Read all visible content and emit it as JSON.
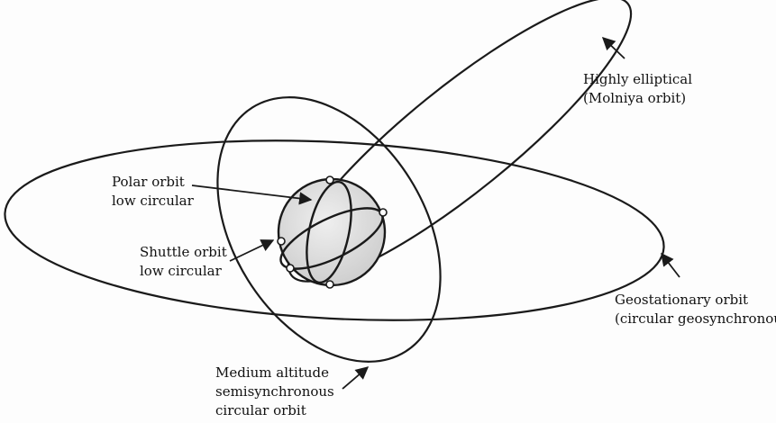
{
  "labels": {
    "molniya": {
      "line1": "Highly elliptical",
      "line2": "(Molniya orbit)"
    },
    "polar": {
      "line1": "Polar orbit",
      "line2": "low circular"
    },
    "shuttle": {
      "line1": "Shuttle orbit",
      "line2": "low circular"
    },
    "geostationary": {
      "line1": "Geostationary orbit",
      "line2": "(circular geosynchronous)"
    },
    "medium": {
      "line1": "Medium altitude",
      "line2": "semisynchronous",
      "line3": "circular orbit"
    }
  },
  "colors": {
    "stroke": "#1a1a1a",
    "earth_fill": "#d9d9d9",
    "text": "#111111"
  }
}
